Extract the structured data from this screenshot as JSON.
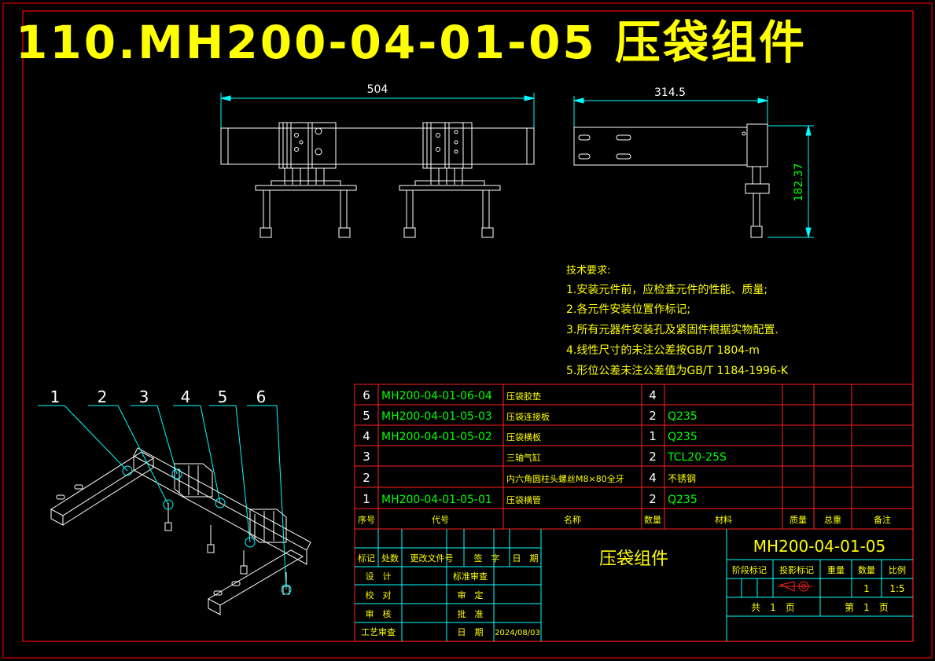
{
  "title": "110.MH200-04-01-05 压袋组件",
  "dimensions": {
    "front_width": "504",
    "side_width": "314.5",
    "side_height": "182.37"
  },
  "tech_requirements": {
    "heading": "技术要求:",
    "items": [
      "1.安装元件前，应检查元件的性能、质量;",
      "2.各元件安装位置作标记;",
      "3.所有元器件安装孔及紧固件根据实物配置.",
      "4.线性尺寸的未注公差按GB/T 1804-m",
      "5.形位公差未注公差值为GB/T 1184-1996-K"
    ]
  },
  "balloons": [
    "1",
    "2",
    "3",
    "4",
    "5",
    "6"
  ],
  "bom": {
    "headers": {
      "seq": "序号",
      "code": "代号",
      "name": "名称",
      "qty": "数量",
      "material": "材料",
      "unit_weight": "质量",
      "total_weight": "总重",
      "remark": "备注"
    },
    "rows": [
      {
        "seq": "6",
        "code": "MH200-04-01-06-04",
        "name": "压袋胶垫",
        "qty": "4",
        "material": ""
      },
      {
        "seq": "5",
        "code": "MH200-04-01-05-03",
        "name": "压袋连接板",
        "qty": "2",
        "material": "Q235"
      },
      {
        "seq": "4",
        "code": "MH200-04-01-05-02",
        "name": "压袋横板",
        "qty": "1",
        "material": "Q235"
      },
      {
        "seq": "3",
        "code": "",
        "name": "三轴气缸",
        "qty": "2",
        "material": "TCL20-25S"
      },
      {
        "seq": "2",
        "code": "",
        "name": "内六角圆柱头螺丝M8×80全牙",
        "qty": "4",
        "material": "不锈钢"
      },
      {
        "seq": "1",
        "code": "MH200-04-01-05-01",
        "name": "压袋横管",
        "qty": "2",
        "material": "Q235"
      }
    ]
  },
  "title_block": {
    "labels": {
      "mark": "标记",
      "count": "处数",
      "change_doc": "更改文件号",
      "sign": "签　字",
      "date": "日　期",
      "design": "设　计",
      "check": "校　对",
      "review": "审　核",
      "process": "工艺审查",
      "std_review": "标准审查",
      "approve_review": "审　定",
      "approve": "批　准",
      "date2": "日　期",
      "stage_mark": "阶段标记",
      "projection": "投影标记",
      "weight": "重量",
      "quantity": "数量",
      "scale": "比例"
    },
    "part_name": "压袋组件",
    "drawing_no": "MH200-04-01-05",
    "date_value": "2024/08/03",
    "quantity_value": "1",
    "scale_value": "1:5",
    "sheets": "共　1　页",
    "sheet_no": "第　1　页"
  },
  "colors": {
    "frame": "#ff0000",
    "lines": "#ffffff",
    "dimension": "#00ffff",
    "dimension_text": "#ffffff",
    "title": "#ffff00",
    "text_green": "#00ff00",
    "text_yellow": "#ffff00",
    "table_grid": "#ff2020"
  }
}
